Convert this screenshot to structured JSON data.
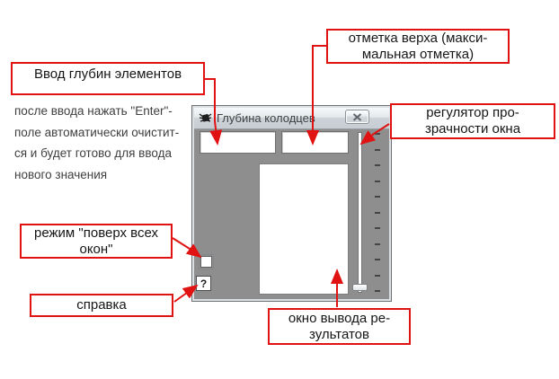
{
  "colors": {
    "callout_red": "#e01212",
    "window_body_gray": "#8e8e8e",
    "titlebar_light": "#f7f9fa",
    "titlebar_dark": "#c7cdd3",
    "page_background": "#ffffff"
  },
  "icons": {
    "app": "bug-chip-icon",
    "close": "close-x-icon"
  },
  "window": {
    "title": "Глубина колодцев",
    "help_button_label": "?"
  },
  "callouts": {
    "input_depths": {
      "label": "Ввод глубин элементов"
    },
    "enter_note": {
      "lines": [
        "после ввода нажать \"Enter\"-",
        "поле автоматически очистит-",
        "ся и будет готово для ввода",
        "нового значения"
      ]
    },
    "top_mark": {
      "line1": "отметка верха (макси-",
      "line2": "мальная отметка)"
    },
    "transparency": {
      "line1": "регулятор про-",
      "line2": "зрачности окна"
    },
    "always_on_top": {
      "line1": "режим \"поверх всех",
      "line2": "окон\""
    },
    "help": {
      "label": "справка"
    },
    "results": {
      "line1": "окно вывода ре-",
      "line2": "зультатов"
    }
  }
}
